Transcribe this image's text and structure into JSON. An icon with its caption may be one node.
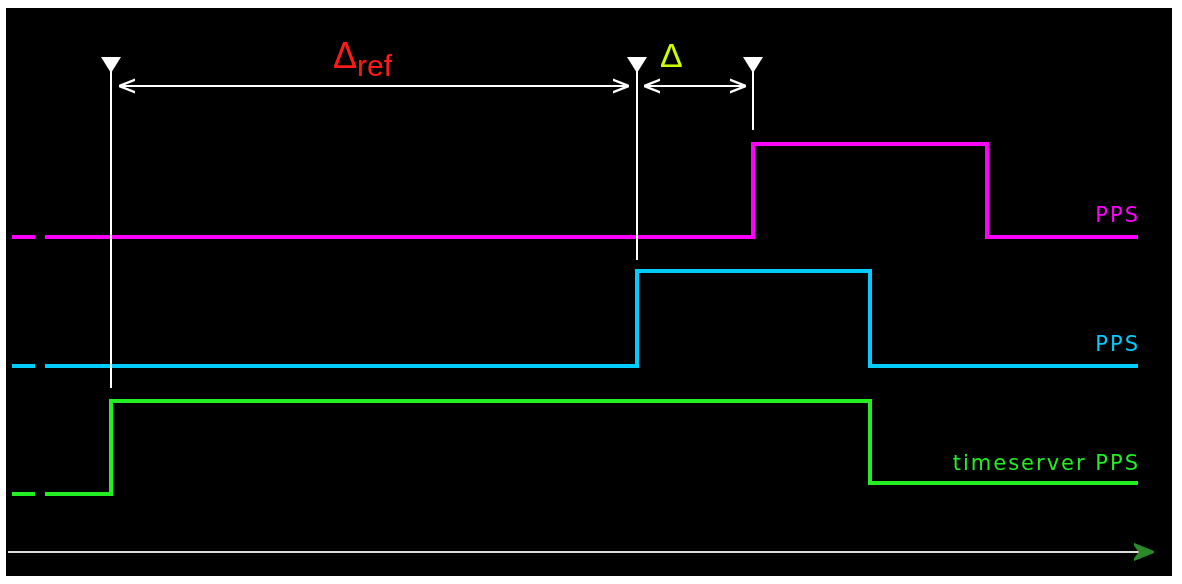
{
  "diagram": {
    "labels": [
      "Δ$_{ref}$",
      "Δ",
      "PPS",
      "PPS",
      "timeserver PPS"
    ]
  }
}
